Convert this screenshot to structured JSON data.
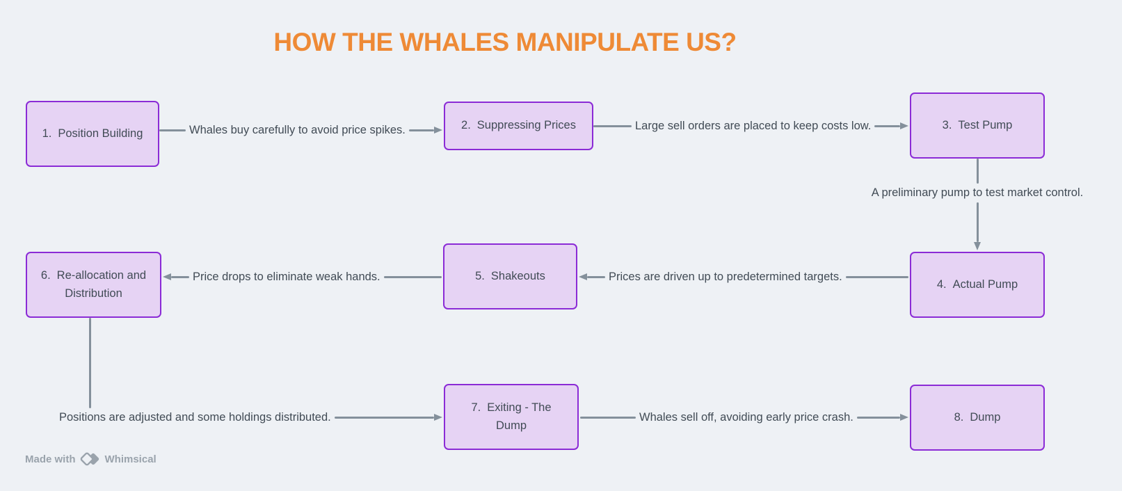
{
  "title": "HOW THE WHALES MANIPULATE US?",
  "colors": {
    "bg": "#eef1f5",
    "box_fill": "#e6d3f4",
    "box_border": "#8b2bd6",
    "ink": "#414b55",
    "conn": "#84909b",
    "title": "#ee8a36",
    "watermark": "#9aa3ac"
  },
  "boxes": [
    {
      "num": "1.",
      "label": "Position Building"
    },
    {
      "num": "2.",
      "label": "Suppressing Prices"
    },
    {
      "num": "3.",
      "label": "Test Pump"
    },
    {
      "num": "4.",
      "label": "Actual Pump"
    },
    {
      "num": "5.",
      "label": "Shakeouts"
    },
    {
      "num": "6.",
      "label": "Re-allocation and Distribution"
    },
    {
      "num": "7.",
      "label": "Exiting - The Dump"
    },
    {
      "num": "8.",
      "label": "Dump"
    }
  ],
  "connectors": [
    {
      "from": "1",
      "to": "2",
      "label": "Whales buy carefully to avoid price spikes."
    },
    {
      "from": "2",
      "to": "3",
      "label": "Large sell orders are placed to keep costs low."
    },
    {
      "from": "3",
      "to": "4",
      "label": "A preliminary pump to test market control."
    },
    {
      "from": "4",
      "to": "5",
      "label": "Prices are driven up to predetermined targets."
    },
    {
      "from": "5",
      "to": "6",
      "label": "Price drops to eliminate weak hands."
    },
    {
      "from": "6",
      "to": "7",
      "label": "Positions are adjusted and some holdings distributed."
    },
    {
      "from": "7",
      "to": "8",
      "label": "Whales sell off, avoiding early price crash."
    }
  ],
  "watermark": {
    "made_with": "Made with",
    "brand": "Whimsical"
  }
}
